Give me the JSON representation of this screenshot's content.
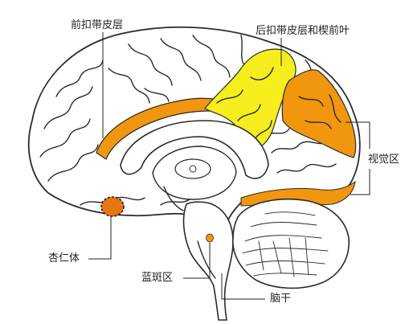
{
  "labels": {
    "anterior_cingulate": "前扣带皮层",
    "posterior_cingulate_precuneus": "后扣带皮层和楔前叶",
    "visual_cortex": "视觉区",
    "amygdala": "杏仁体",
    "locus_coeruleus": "蓝斑区",
    "brainstem": "脑干"
  },
  "colors": {
    "orange": "#f0960f",
    "yellow": "#f6ee1c",
    "outline": "#2a2a2a",
    "amygdala_fill": "#e77512",
    "background": "#ffffff"
  }
}
